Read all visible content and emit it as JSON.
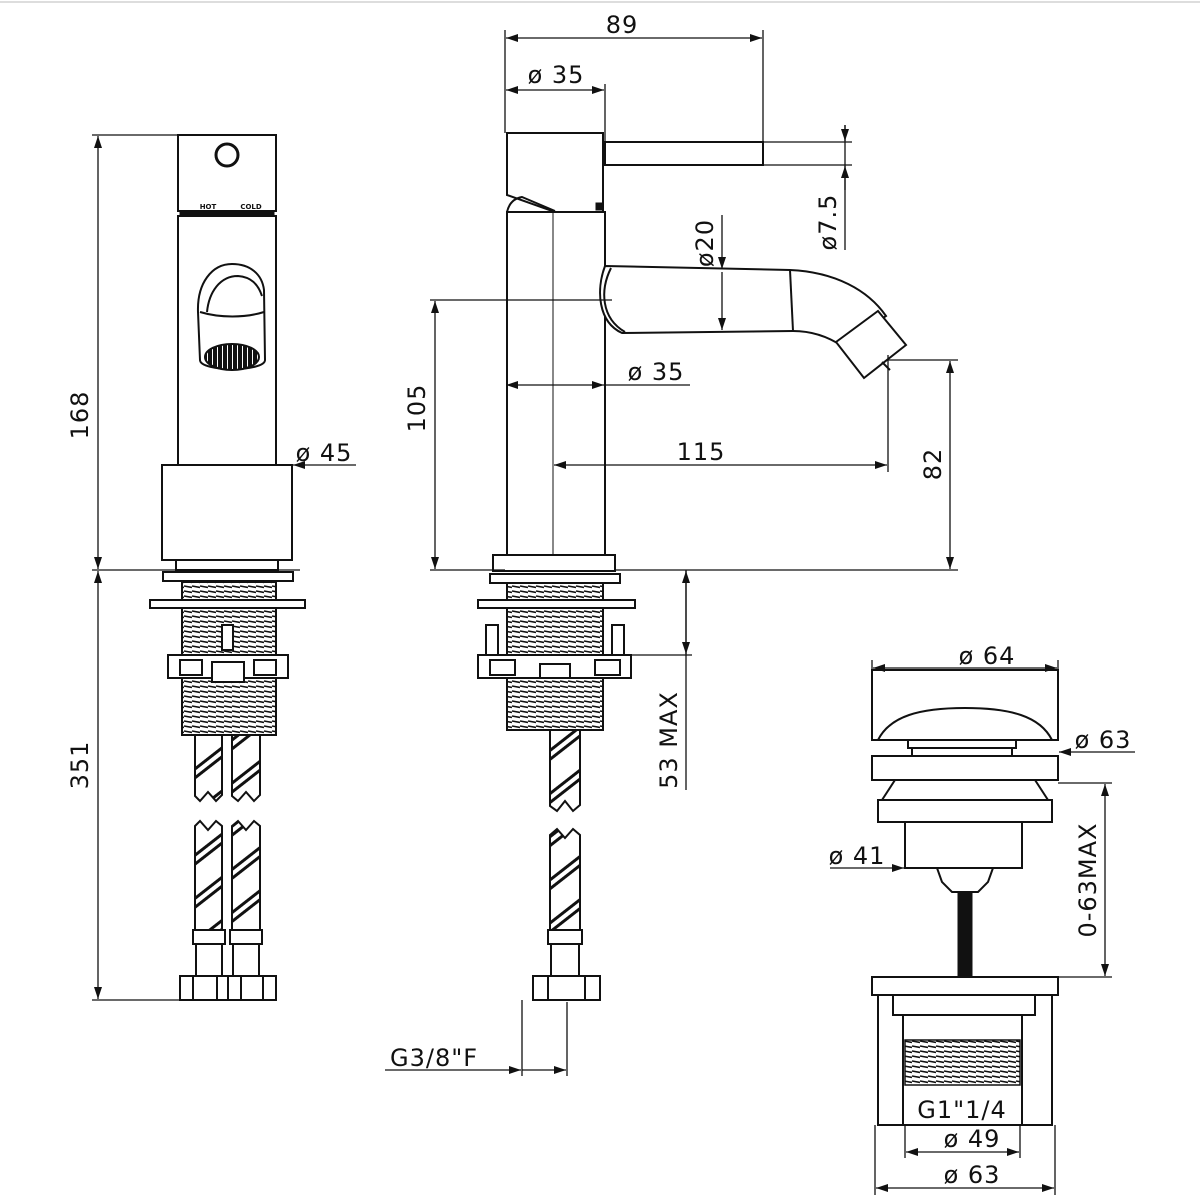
{
  "colors": {
    "line": "#111111",
    "background": "#ffffff"
  },
  "front_view": {
    "labels": {
      "hot": "HOT",
      "cold": "COLD"
    },
    "dims": {
      "body_height": "168",
      "total_height": "351",
      "base_diameter": "ø 45"
    }
  },
  "side_view": {
    "dims": {
      "overall_length": "89",
      "handle_diameter": "ø 35",
      "lever_diameter": "ø7.5",
      "spout_diameter": "ø20",
      "body_diameter": "ø 35",
      "spout_height": "105",
      "spout_reach": "115",
      "outlet_height": "82",
      "max_deck_thickness": "53 MAX",
      "hose_connection": "G3/8\"F"
    }
  },
  "waste_view": {
    "dims": {
      "cap_diameter": "ø 64",
      "plate_diameter": "ø 63",
      "body_diameter": "ø 41",
      "adjustment_range": "0-63MAX",
      "thread": "G1\"1/4",
      "thread_diameter": "ø 49",
      "flange_diameter": "ø 63"
    }
  }
}
